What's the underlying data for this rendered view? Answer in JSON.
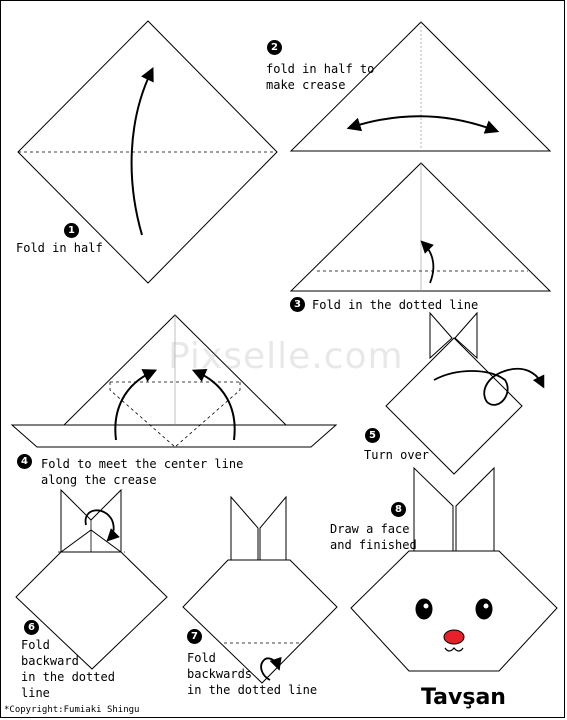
{
  "title": "Tavşan",
  "copyright": "*Copyright:Fumiaki Shingu",
  "watermark": "Pixselle.com",
  "steps": [
    {
      "number": "1",
      "caption": "Fold in half"
    },
    {
      "number": "2",
      "caption": "fold in half to\nmake crease"
    },
    {
      "number": "3",
      "caption": "Fold in the dotted line"
    },
    {
      "number": "4",
      "caption": "Fold to meet the center line\nalong the crease"
    },
    {
      "number": "5",
      "caption": "Turn over"
    },
    {
      "number": "6",
      "caption": "Fold\nbackward\nin the dotted\nline"
    },
    {
      "number": "7",
      "caption": "Fold\nbackwards\nin the dotted line"
    },
    {
      "number": "8",
      "caption": "Draw a face\nand finished"
    }
  ],
  "colors": {
    "ink": "#000000",
    "nose": "#e8202a",
    "paper": "#ffffff"
  }
}
